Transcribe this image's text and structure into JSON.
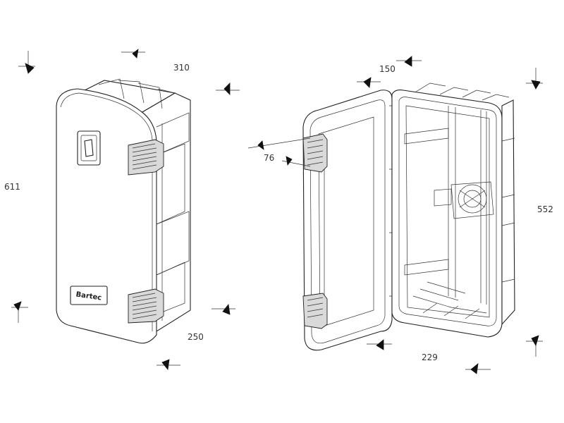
{
  "dimensions": {
    "closed_width": "310",
    "closed_height": "611",
    "closed_depth": "250",
    "open_top": "150",
    "open_side": "76",
    "open_height": "552",
    "open_bottom": "229"
  },
  "logo_text": "Bartec"
}
